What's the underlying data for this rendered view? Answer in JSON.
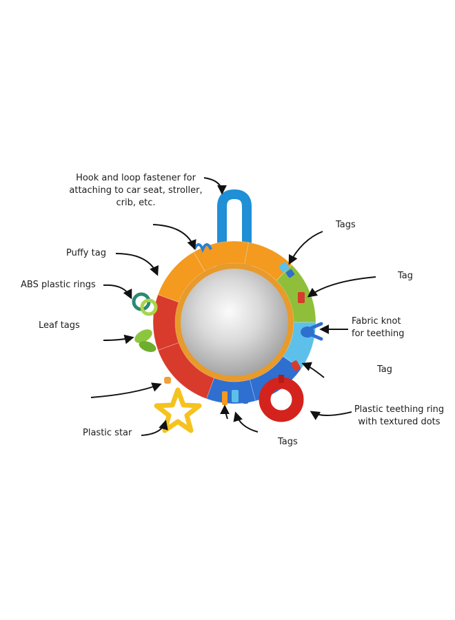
{
  "colors": {
    "strap": "#1f8fd6",
    "ring_red": "#d83a2c",
    "ring_orange": "#f39a1f",
    "ring_green": "#8fbf3a",
    "ring_lightblue": "#5cc0ea",
    "ring_blue": "#2f6fd0",
    "mirror_frame": "#e89a2a",
    "star": "#f6c21e",
    "teether": "#d4231d",
    "leaf": "#8cc63f"
  },
  "labels": {
    "hook_loop": [
      "Hook and loop fastener for",
      "attaching to car seat, stroller,",
      "crib, etc."
    ],
    "puffy_tag": "Puffy tag",
    "abs_rings": "ABS plastic rings",
    "leaf_tags": "Leaf tags",
    "plastic_star": "Plastic star",
    "tags_top": "Tags",
    "tag_right": "Tag",
    "fabric_knot": [
      "Fabric knot",
      "for teething"
    ],
    "tag_lower": "Tag",
    "teething_ring": [
      "Plastic teething ring",
      "with textured dots"
    ],
    "tags_bottom": "Tags"
  }
}
